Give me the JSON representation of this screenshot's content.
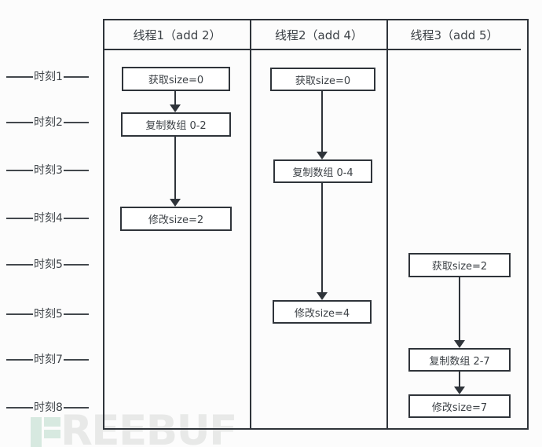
{
  "diagram": {
    "timeline": {
      "ticks": [
        "时刻1",
        "时刻2",
        "时刻3",
        "时刻4",
        "时刻5",
        "时刻5",
        "时刻7",
        "时刻8"
      ]
    },
    "threads": [
      {
        "title": "线程1（add 2）",
        "steps": [
          "获取size=0",
          "复制数组 0-2",
          "修改size=2"
        ]
      },
      {
        "title": "线程2（add 4）",
        "steps": [
          "获取size=0",
          "复制数组 0-4",
          "修改size=4"
        ]
      },
      {
        "title": "线程3（add 5）",
        "steps": [
          "获取size=2",
          "复制数组 2-7",
          "修改size=7"
        ]
      }
    ],
    "colors": {
      "border": "#2f343a",
      "text": "#3c4146",
      "background": "#fcfcfc",
      "watermark_green": "#d7e9e0",
      "watermark_gray": "#e8e9e8"
    }
  },
  "watermark": {
    "logo": "freebuf-f-logo",
    "text": "REEBUF"
  }
}
